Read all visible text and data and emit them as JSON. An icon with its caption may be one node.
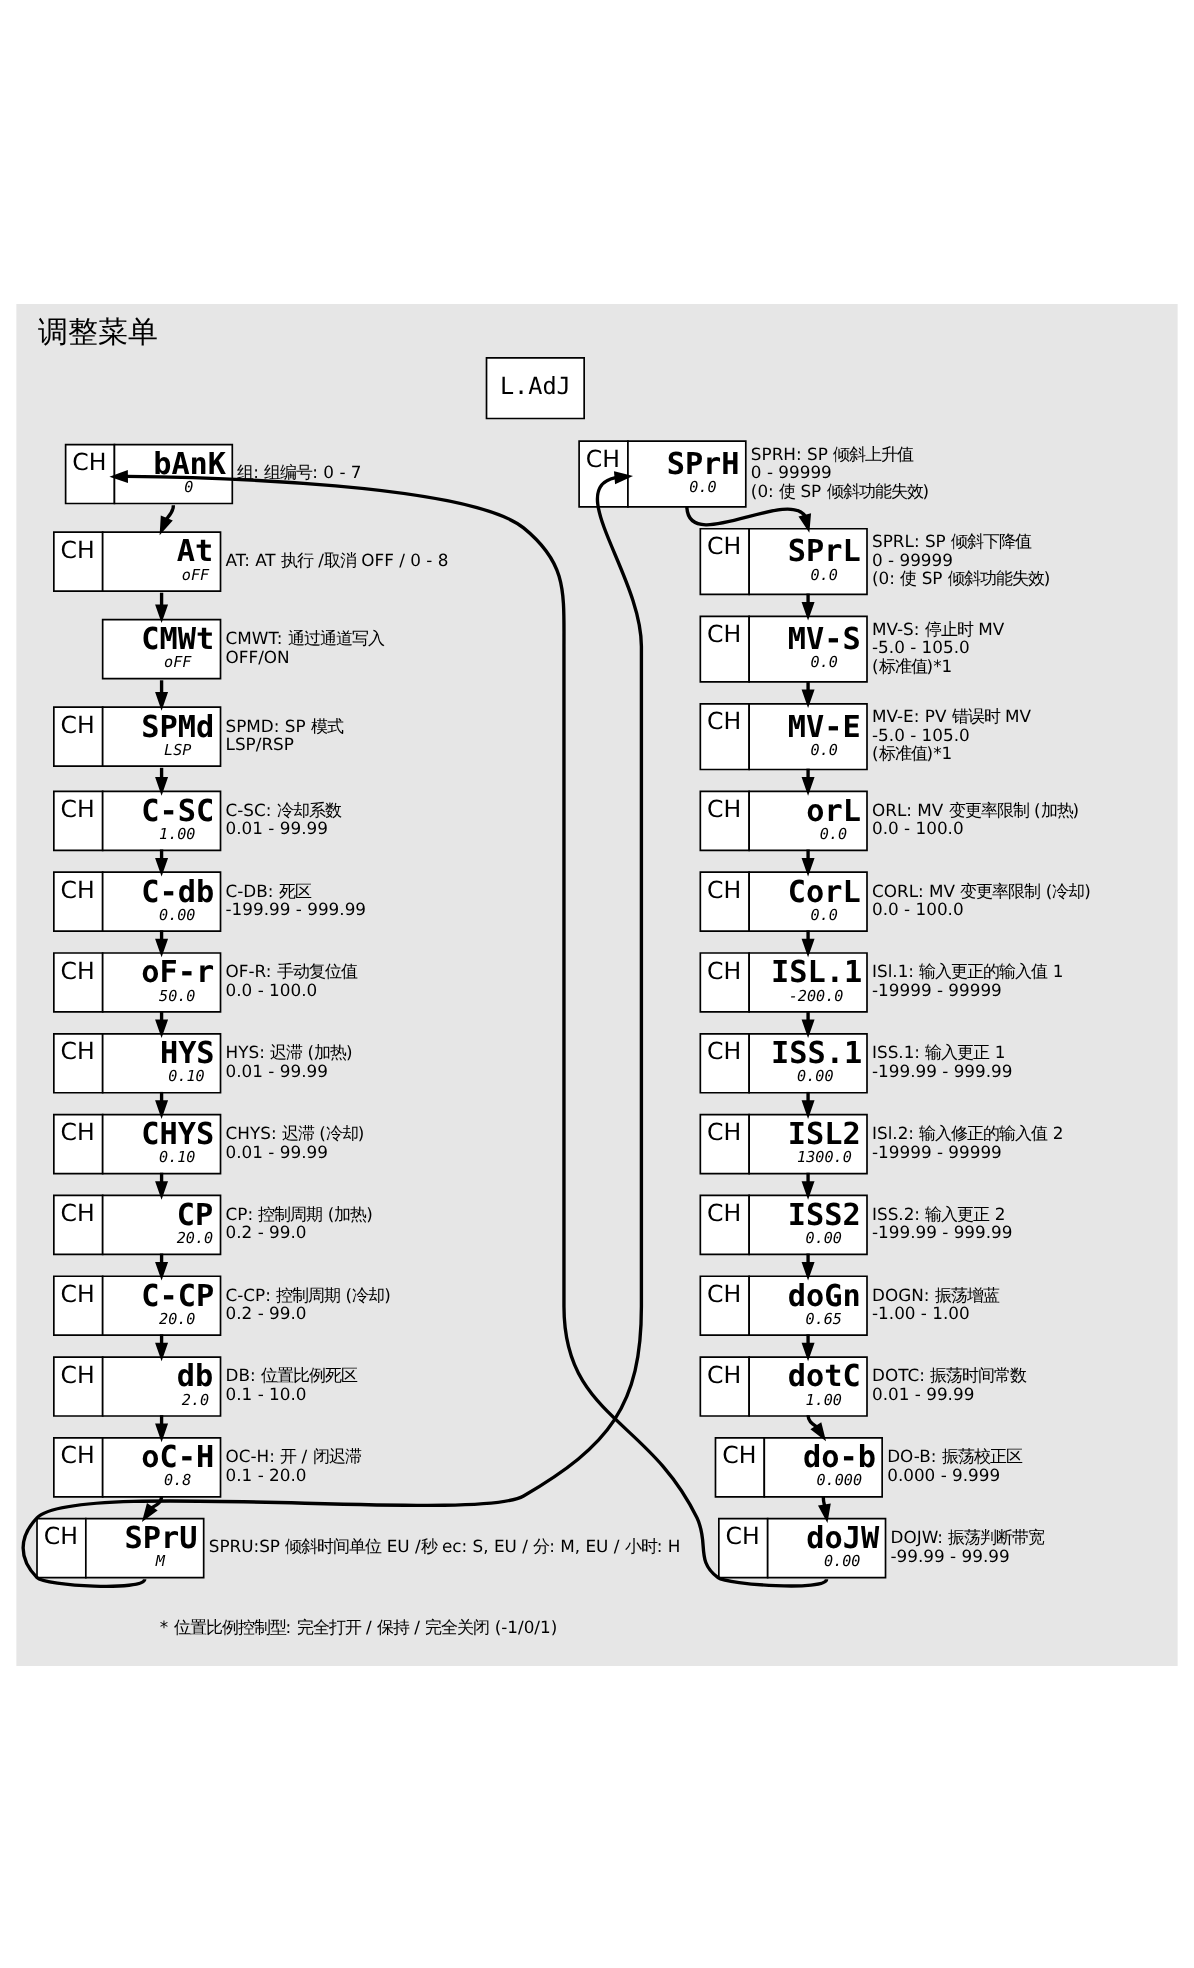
{
  "diagram": {
    "title": "调整菜单",
    "caption": "* 位置比例控制型: 完全打开 / 保持 / 完全关闭 (-1/0/1)",
    "nodes": [
      {
        "text": [
          "CH",
          "bAnK",
          "0"
        ],
        "beside": [
          "组: 组编号: 0 - 7"
        ]
      },
      {
        "text": [
          "CH",
          "At",
          "oFF"
        ],
        "beside": [
          "AT: AT 执行 /取消 OFF / 0 - 8"
        ]
      },
      {
        "text": [
          "CMWt",
          "oFF"
        ],
        "beside": [
          "CMWT: 通过通道写入",
          "OFF/ON"
        ]
      },
      {
        "text": [
          "CH",
          "SPMd",
          "LSP"
        ],
        "beside": [
          "SPMD: SP 模式",
          "LSP/RSP"
        ]
      },
      {
        "text": [
          "CH",
          "C-SC",
          "1.00"
        ],
        "beside": [
          "C-SC: 冷却系数",
          "0.01 - 99.99"
        ]
      },
      {
        "text": [
          "CH",
          "C-db",
          "0.00"
        ],
        "beside": [
          "C-DB: 死区",
          "-199.99 - 999.99"
        ]
      },
      {
        "text": [
          "CH",
          "oF-r",
          "50.0"
        ],
        "beside": [
          "OF-R: 手动复位值",
          "0.0 - 100.0"
        ]
      },
      {
        "text": [
          "CH",
          "HYS",
          "0.10"
        ],
        "beside": [
          "HYS: 迟滞 (加热)",
          "0.01 - 99.99"
        ]
      },
      {
        "text": [
          "CH",
          "CHYS",
          "0.10"
        ],
        "beside": [
          "CHYS: 迟滞 (冷却)",
          "0.01 - 99.99"
        ]
      },
      {
        "text": [
          "CH",
          "CP",
          "20.0"
        ],
        "beside": [
          "CP: 控制周期 (加热)",
          "0.2 - 99.0"
        ]
      },
      {
        "text": [
          "CH",
          "C-CP",
          "20.0"
        ],
        "beside": [
          "C-CP: 控制周期 (冷却)",
          "0.2 - 99.0"
        ]
      },
      {
        "text": [
          "CH",
          "db",
          "2.0"
        ],
        "beside": [
          "DB: 位置比例死区",
          "0.1 - 10.0"
        ]
      },
      {
        "text": [
          "CH",
          "oC-H",
          "0.8"
        ],
        "beside": [
          "OC-H: 开 / 闭迟滞",
          "0.1 - 20.0"
        ]
      },
      {
        "text": [
          "CH",
          "SPrU",
          "M"
        ],
        "beside": [
          "SPRU:SP 倾斜时间单位 EU /秒 ec: S, EU / 分: M, EU / 小时: H"
        ]
      },
      {
        "text": [
          "CH",
          "SPrH",
          "0.0"
        ],
        "beside": [
          "SPRH: SP 倾斜上升值",
          "0 - 99999",
          "(0: 使 SP 倾斜功能失效)"
        ]
      },
      {
        "text": [
          "CH",
          "SPrL",
          "0.0"
        ],
        "beside": [
          "SPRL: SP 倾斜下降值",
          "0 - 99999",
          "(0: 使 SP 倾斜功能失效)"
        ]
      },
      {
        "text": [
          "CH",
          "MV-S",
          "0.0"
        ],
        "beside": [
          "MV-S: 停止时 MV",
          "-5.0 - 105.0",
          "(标准值)*1"
        ]
      },
      {
        "text": [
          "CH",
          "MV-E",
          "0.0"
        ],
        "beside": [
          "MV-E: PV 错误时 MV",
          "-5.0 - 105.0",
          "(标准值)*1"
        ]
      },
      {
        "text": [
          "CH",
          "orL",
          "0.0"
        ],
        "beside": [
          "ORL: MV 变更率限制 (加热)",
          "0.0 - 100.0"
        ]
      },
      {
        "text": [
          "CH",
          "CorL",
          "0.0"
        ],
        "beside": [
          "CORL: MV 变更率限制 (冷却)",
          "0.0 - 100.0"
        ]
      },
      {
        "text": [
          "CH",
          "ISL.1",
          "-200.0"
        ],
        "beside": [
          "ISl.1: 输入更正的输入值 1",
          "-19999 - 99999"
        ]
      },
      {
        "text": [
          "CH",
          "ISS.1",
          "0.00"
        ],
        "beside": [
          "ISS.1: 输入更正 1",
          "-199.99 - 999.99"
        ]
      },
      {
        "text": [
          "CH",
          "ISL2",
          "1300.0"
        ],
        "beside": [
          "ISl.2: 输入修正的输入值 2",
          "-19999 - 99999"
        ]
      },
      {
        "text": [
          "CH",
          "ISS2",
          "0.00"
        ],
        "beside": [
          "ISS.2: 输入更正 2",
          "-199.99 - 999.99"
        ]
      },
      {
        "text": [
          "CH",
          "doGn",
          "0.65"
        ],
        "beside": [
          "DOGN: 振荡增蓝",
          "-1.00 - 1.00"
        ]
      },
      {
        "text": [
          "CH",
          "dotC",
          "1.00"
        ],
        "beside": [
          "DOTC: 振荡时间常数",
          "0.01 - 99.99"
        ]
      },
      {
        "text": [
          "CH",
          "do-b",
          "0.000"
        ],
        "beside": [
          "DO-B: 振荡校正区",
          "0.000 - 9.999"
        ]
      },
      {
        "text": [
          "CH",
          "doJW",
          "0.00"
        ],
        "beside": [
          "DOJW: 振荡判断带宽",
          "-99.99 - 99.99"
        ]
      }
    ],
    "edges": [
      {
        "from": 0,
        "to": 1,
        "arrow": "to"
      },
      {
        "from": 1,
        "to": 2,
        "arrow": "to"
      },
      {
        "from": 2,
        "to": 3,
        "arrow": "to"
      },
      {
        "from": 3,
        "to": 4,
        "arrow": "to"
      },
      {
        "from": 4,
        "to": 5,
        "arrow": "to"
      },
      {
        "from": 5,
        "to": 6,
        "arrow": "to"
      },
      {
        "from": 6,
        "to": 7,
        "arrow": "to"
      },
      {
        "from": 7,
        "to": 8,
        "arrow": "to"
      },
      {
        "from": 8,
        "to": 9,
        "arrow": "to"
      },
      {
        "from": 9,
        "to": 10,
        "arrow": "to"
      },
      {
        "from": 10,
        "to": 11,
        "arrow": "to"
      },
      {
        "from": 11,
        "to": 12,
        "arrow": "to"
      },
      {
        "from": 12,
        "to": 13,
        "arrow": "to"
      },
      {
        "from": 13,
        "to": 14,
        "arrow": "to"
      },
      {
        "from": 14,
        "to": 15,
        "arrow": "to"
      },
      {
        "from": 15,
        "to": 16,
        "arrow": "to"
      },
      {
        "from": 16,
        "to": 17,
        "arrow": "to"
      },
      {
        "from": 17,
        "to": 18,
        "arrow": "to"
      },
      {
        "from": 18,
        "to": 19,
        "arrow": "to"
      },
      {
        "from": 19,
        "to": 20,
        "arrow": "to"
      },
      {
        "from": 20,
        "to": 21,
        "arrow": "to"
      },
      {
        "from": 21,
        "to": 22,
        "arrow": "to"
      },
      {
        "from": 22,
        "to": 23,
        "arrow": "to"
      },
      {
        "from": 23,
        "to": 24,
        "arrow": "to"
      },
      {
        "from": 24,
        "to": 25,
        "arrow": "to"
      },
      {
        "from": 25,
        "to": 26,
        "arrow": "to"
      },
      {
        "from": 26,
        "to": 27,
        "arrow": "to"
      },
      {
        "from": 27,
        "to": 0,
        "arrow": "to"
      }
    ],
    "labels": [
      "L.AdJ"
    ]
  }
}
